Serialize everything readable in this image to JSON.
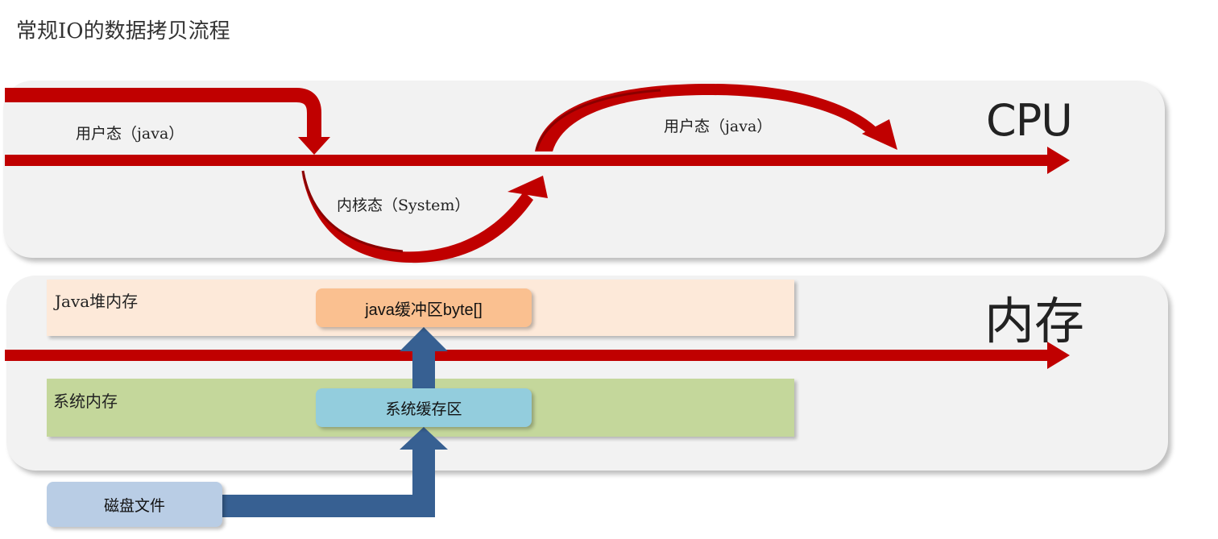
{
  "title": "常规IO的数据拷贝流程",
  "cpu": {
    "label": "CPU",
    "user_mode_label_1": "用户态（java）",
    "kernel_mode_label": "内核态（System）",
    "user_mode_label_2": "用户态（java）"
  },
  "memory": {
    "label": "内存",
    "heap_region_label": "Java堆内存",
    "java_buffer_label": "java缓冲区byte[]",
    "system_region_label": "系统内存",
    "system_buffer_label": "系统缓存区"
  },
  "disk": {
    "label": "磁盘文件"
  },
  "colors": {
    "red_arrow": "#c00000",
    "blue_arrow": "#376092",
    "panel": "#f2f2f2",
    "heap": "#fde9d9",
    "system": "#c4d79b",
    "java_buffer": "#fac090",
    "system_buffer": "#93cddd",
    "disk": "#b9cde5"
  }
}
